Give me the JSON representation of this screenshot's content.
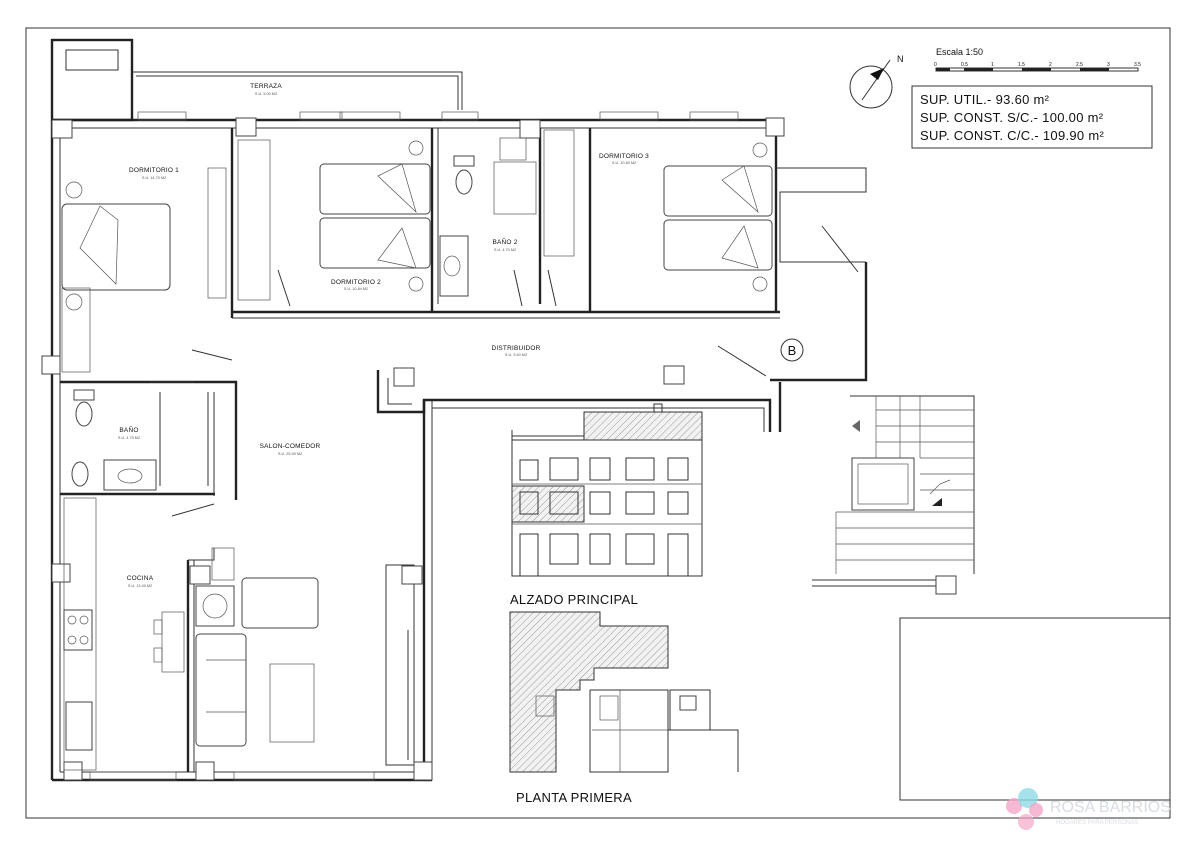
{
  "scale": {
    "title": "Escala 1:50",
    "ticks": [
      "0",
      "0.5",
      "1",
      "1.5",
      "2",
      "2.5",
      "3",
      "3.5"
    ]
  },
  "north_label": "N",
  "surfaces": [
    "SUP. UTIL.- 93.60 m²",
    "SUP. CONST. S/C.- 100.00 m²",
    "SUP. CONST. C/C.- 109.90 m²"
  ],
  "rooms": {
    "terraza": {
      "name": "TERRAZA",
      "area": "S.U. 5.00 M2"
    },
    "dormitorio1": {
      "name": "DORMITORIO 1",
      "area": "S.U. 14.70 M2"
    },
    "dormitorio2": {
      "name": "DORMITORIO 2",
      "area": "S.U. 10.84 M2"
    },
    "bano2": {
      "name": "BAÑO 2",
      "area": "S.U. 4.70 M2"
    },
    "dormitorio3": {
      "name": "DORMITORIO 3",
      "area": "S.U. 10.60 M2"
    },
    "distribuidor": {
      "name": "DISTRIBUIDOR",
      "area": "S.U. 9.40 M2"
    },
    "bano": {
      "name": "BAÑO",
      "area": "S.U. 4.75 M2"
    },
    "salon": {
      "name": "SALON-COMEDOR",
      "area": "S.U. 25.90 M2"
    },
    "cocina": {
      "name": "COCINA",
      "area": "S.U. 13.40 M2"
    }
  },
  "marker_b": "B",
  "alzado_title": "ALZADO PRINCIPAL",
  "planta_title": "PLANTA PRIMERA",
  "brand": {
    "name": "ROSA BARRIOS",
    "tagline": "HOGARES PARA PERSONAS",
    "colors": {
      "pink": "#f4a6c8",
      "cyan": "#8fdbe6",
      "text": "#d7dde3"
    }
  }
}
